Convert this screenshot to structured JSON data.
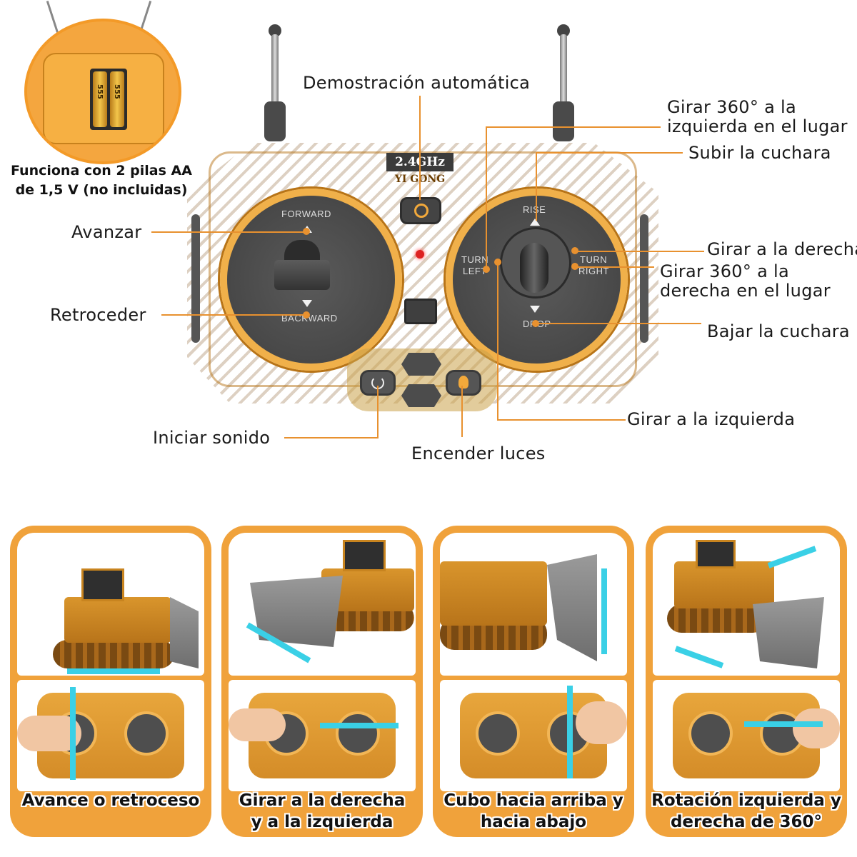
{
  "battery": {
    "caption_line1": "Funciona con 2 pilas AA",
    "caption_line2": "de 1,5 V (no incluidas)",
    "cell_label": "555"
  },
  "remote": {
    "brand": "2.4GHz",
    "brand_sub": "YI GONG",
    "left_dial": {
      "forward": "FORWARD",
      "backward": "BACKWARD"
    },
    "right_dial": {
      "rise": "RISE",
      "drop": "DROP",
      "turn_left_1": "TURN",
      "turn_left_2": "LEFT",
      "turn_right_1": "TURN",
      "turn_right_2": "RIGHT"
    }
  },
  "callouts": {
    "auto_demo": "Demostración automática",
    "rotate_left_1": "Girar 360° a la",
    "rotate_left_2": "izquierda en el lugar",
    "raise_bucket": "Subir la cuchara",
    "forward": "Avanzar",
    "turn_right": "Girar a la derecha",
    "rotate_right_1": "Girar 360° a la",
    "rotate_right_2": "derecha en el lugar",
    "backward": "Retroceder",
    "lower_bucket": "Bajar la cuchara",
    "turn_left": "Girar a la izquierda",
    "start_sound": "Iniciar sonido",
    "lights_on": "Encender luces"
  },
  "panels": [
    {
      "caption_1": "Avance o retroceso",
      "caption_2": ""
    },
    {
      "caption_1": "Girar a la derecha",
      "caption_2": "y a la izquierda"
    },
    {
      "caption_1": "Cubo hacia arriba y",
      "caption_2": "hacia abajo"
    },
    {
      "caption_1": "Rotación izquierda y",
      "caption_2": "derecha de 360°"
    }
  ],
  "colors": {
    "accent": "#f0a23b",
    "line": "#e8912f",
    "arrow": "#3ad0e6",
    "dial": "#484848"
  }
}
